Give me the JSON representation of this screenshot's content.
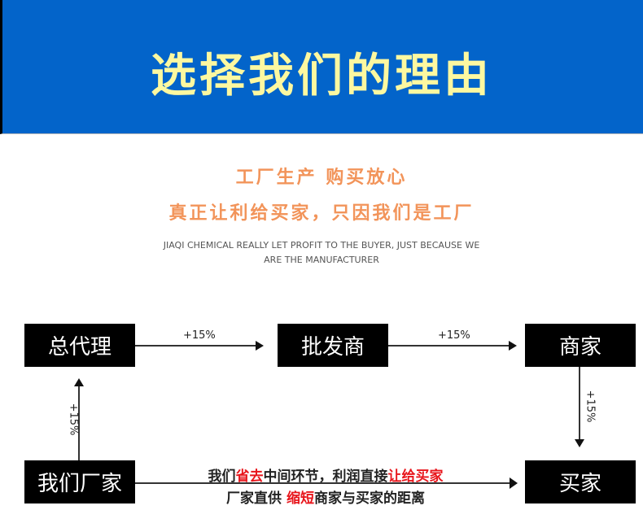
{
  "banner": {
    "title": "选择我们的理由"
  },
  "headline": {
    "line1": "工厂生产 购买放心",
    "line2": "真正让利给买家，只因我们是工厂",
    "english1": "JIAQI CHEMICAL REALLY LET PROFIT TO THE BUYER, JUST BECAUSE WE",
    "english2": "ARE THE MANUFACTURER"
  },
  "flow": {
    "agent": "总代理",
    "wholesaler": "批发商",
    "merchant": "商家",
    "factory": "我们厂家",
    "buyer": "买家",
    "markup": "+15%"
  },
  "note": {
    "l1a": "我们",
    "l1b": "省去",
    "l1c": "中间环节，利润直接",
    "l1d": "让给买家",
    "l2a": "厂家直供 ",
    "l2b": "缩短",
    "l2c": "商家与买家的距离"
  }
}
